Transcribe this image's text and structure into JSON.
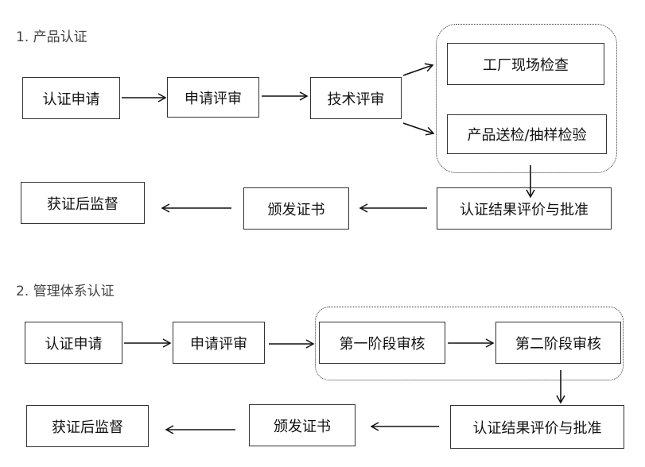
{
  "section1": {
    "title": "1. 产品认证",
    "boxes": {
      "apply": "认证申请",
      "review": "申请评审",
      "tech": "技术评审",
      "factory": "工厂现场检查",
      "sample": "产品送检/抽样检验",
      "approve": "认证结果评价与批准",
      "issue": "颁发证书",
      "supervise": "获证后监督"
    }
  },
  "section2": {
    "title": "2. 管理体系认证",
    "boxes": {
      "apply": "认证申请",
      "review": "申请评审",
      "stage1": "第一阶段审核",
      "stage2": "第二阶段审核",
      "approve": "认证结果评价与批准",
      "issue": "颁发证书",
      "supervise": "获证后监督"
    }
  }
}
